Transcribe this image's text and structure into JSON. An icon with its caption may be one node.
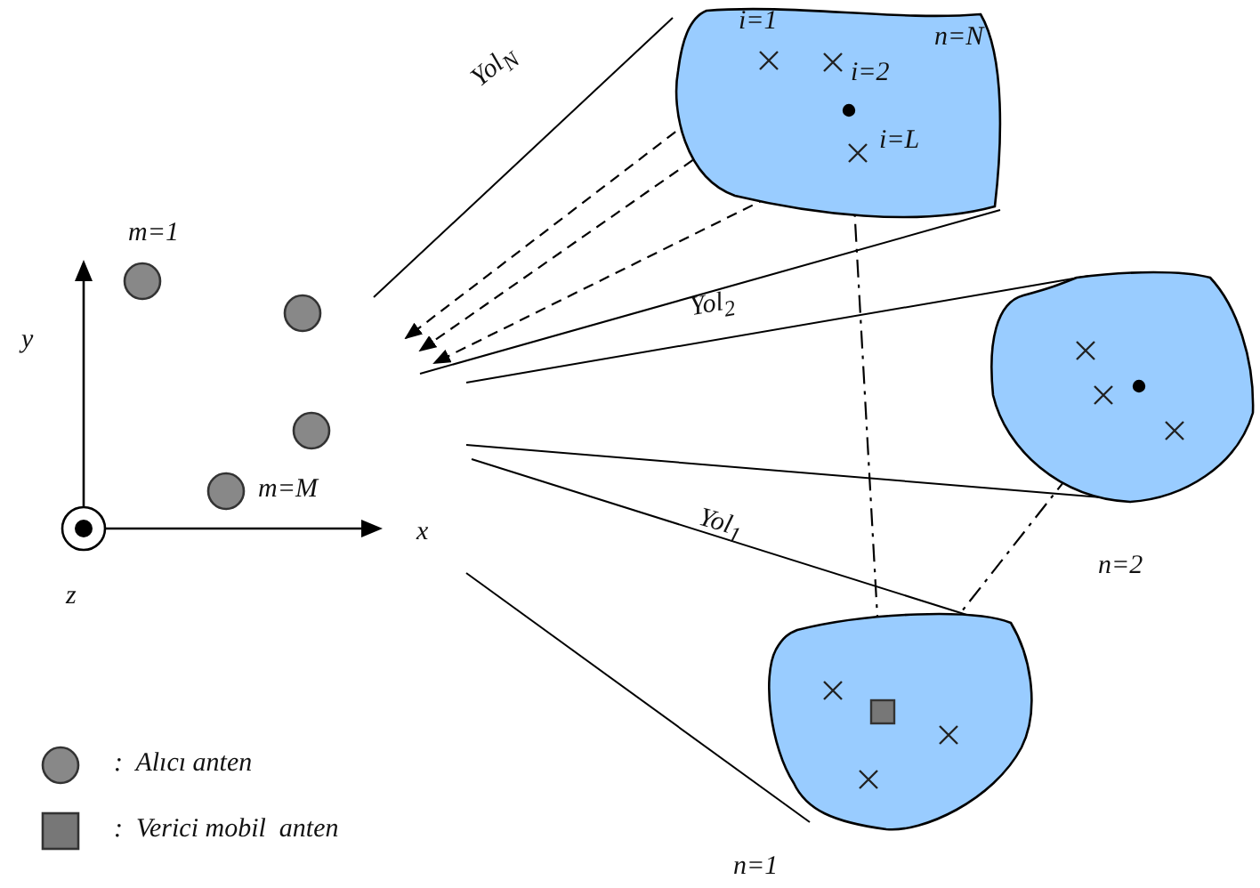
{
  "diagram": {
    "nodes": [
      {
        "text": [],
        "shape": "cloud",
        "beside": [
          "n=N"
        ]
      },
      {
        "text": [],
        "shape": "cross",
        "in": 0,
        "beside": [
          "i=1"
        ]
      },
      {
        "text": [],
        "shape": "cross",
        "in": 0,
        "beside": [
          "i=2"
        ]
      },
      {
        "text": [],
        "shape": "dot",
        "in": 0
      },
      {
        "text": [],
        "shape": "cross",
        "in": 0,
        "beside": [
          "i=L"
        ]
      },
      {
        "text": [],
        "shape": "circle",
        "beside": [
          "m=1"
        ]
      },
      {
        "text": [],
        "shape": "circle"
      },
      {
        "text": [],
        "shape": "circle"
      },
      {
        "text": [],
        "shape": "circle",
        "beside": [
          "m=M"
        ]
      },
      {
        "text": [],
        "shape": "cloud",
        "beside": [
          "n=2"
        ]
      },
      {
        "text": [],
        "shape": "cross",
        "in": 9
      },
      {
        "text": [],
        "shape": "cross",
        "in": 9
      },
      {
        "text": [],
        "shape": "dot",
        "in": 9
      },
      {
        "text": [],
        "shape": "cross",
        "in": 9
      },
      {
        "text": [],
        "shape": "cloud",
        "beside": [
          "n=1"
        ]
      },
      {
        "text": [],
        "shape": "cross",
        "in": 14
      },
      {
        "text": [],
        "shape": "box",
        "in": 14
      },
      {
        "text": [],
        "shape": "cross",
        "in": 14
      },
      {
        "text": [],
        "shape": "cross",
        "in": 14
      }
    ],
    "edges": [
      {
        "from": 1,
        "to": null,
        "arrow": "to",
        "style": "dashed"
      },
      {
        "from": 2,
        "to": null,
        "arrow": "to",
        "style": "dashed"
      },
      {
        "from": 4,
        "to": null,
        "arrow": "to",
        "style": "dashed"
      },
      {
        "from": 3,
        "to": 16,
        "arrow": "to",
        "style": "dashed"
      },
      {
        "from": 12,
        "to": 16,
        "arrow": "to",
        "style": "dashed"
      }
    ],
    "labels": [
      "Yol$_{N}$",
      "Yol$_{2}$",
      "Yol$_{1}$",
      "y",
      "x",
      "z"
    ],
    "legend": [
      {
        "text": ":  Alıcı anten"
      },
      {
        "text": ":  Verici mobil  anten"
      }
    ]
  }
}
